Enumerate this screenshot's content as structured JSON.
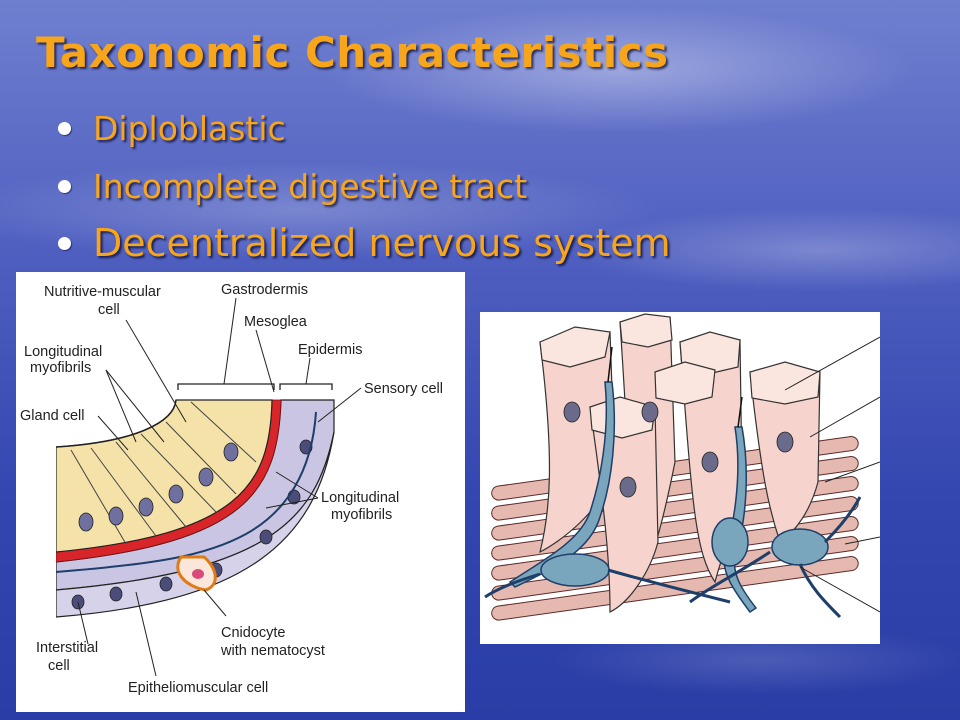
{
  "slide": {
    "title": "Taxonomic Characteristics",
    "bullets": [
      "Diploblastic",
      "Incomplete digestive tract",
      "Decentralized nervous system"
    ]
  },
  "figure_left": {
    "labels": {
      "nutritive_l1": "Nutritive-muscular",
      "nutritive_l2": "cell",
      "gastrodermis": "Gastrodermis",
      "mesoglea": "Mesoglea",
      "longitudinal_top_l1": "Longitudinal",
      "longitudinal_top_l2": "myofibrils",
      "epidermis": "Epidermis",
      "sensory_cell": "Sensory cell",
      "gland_cell": "Gland cell",
      "longitudinal_right_l1": "Longitudinal",
      "longitudinal_right_l2": "myofibrils",
      "cnidocyte_l1": "Cnidocyte",
      "cnidocyte_l2": "with nematocyst",
      "interstitial_l1": "Interstitial",
      "interstitial_l2": "cell",
      "epitheliomuscular": "Epitheliomuscular cell"
    }
  },
  "colors": {
    "title": "#f7a51a",
    "mesoglea_red": "#d8252a",
    "epidermis_lavender": "#c9c5e2",
    "gastrodermis_cream": "#f4e2a8",
    "nerve_blue": "#6f9fb5",
    "cell_pink": "#f6d3cc"
  }
}
